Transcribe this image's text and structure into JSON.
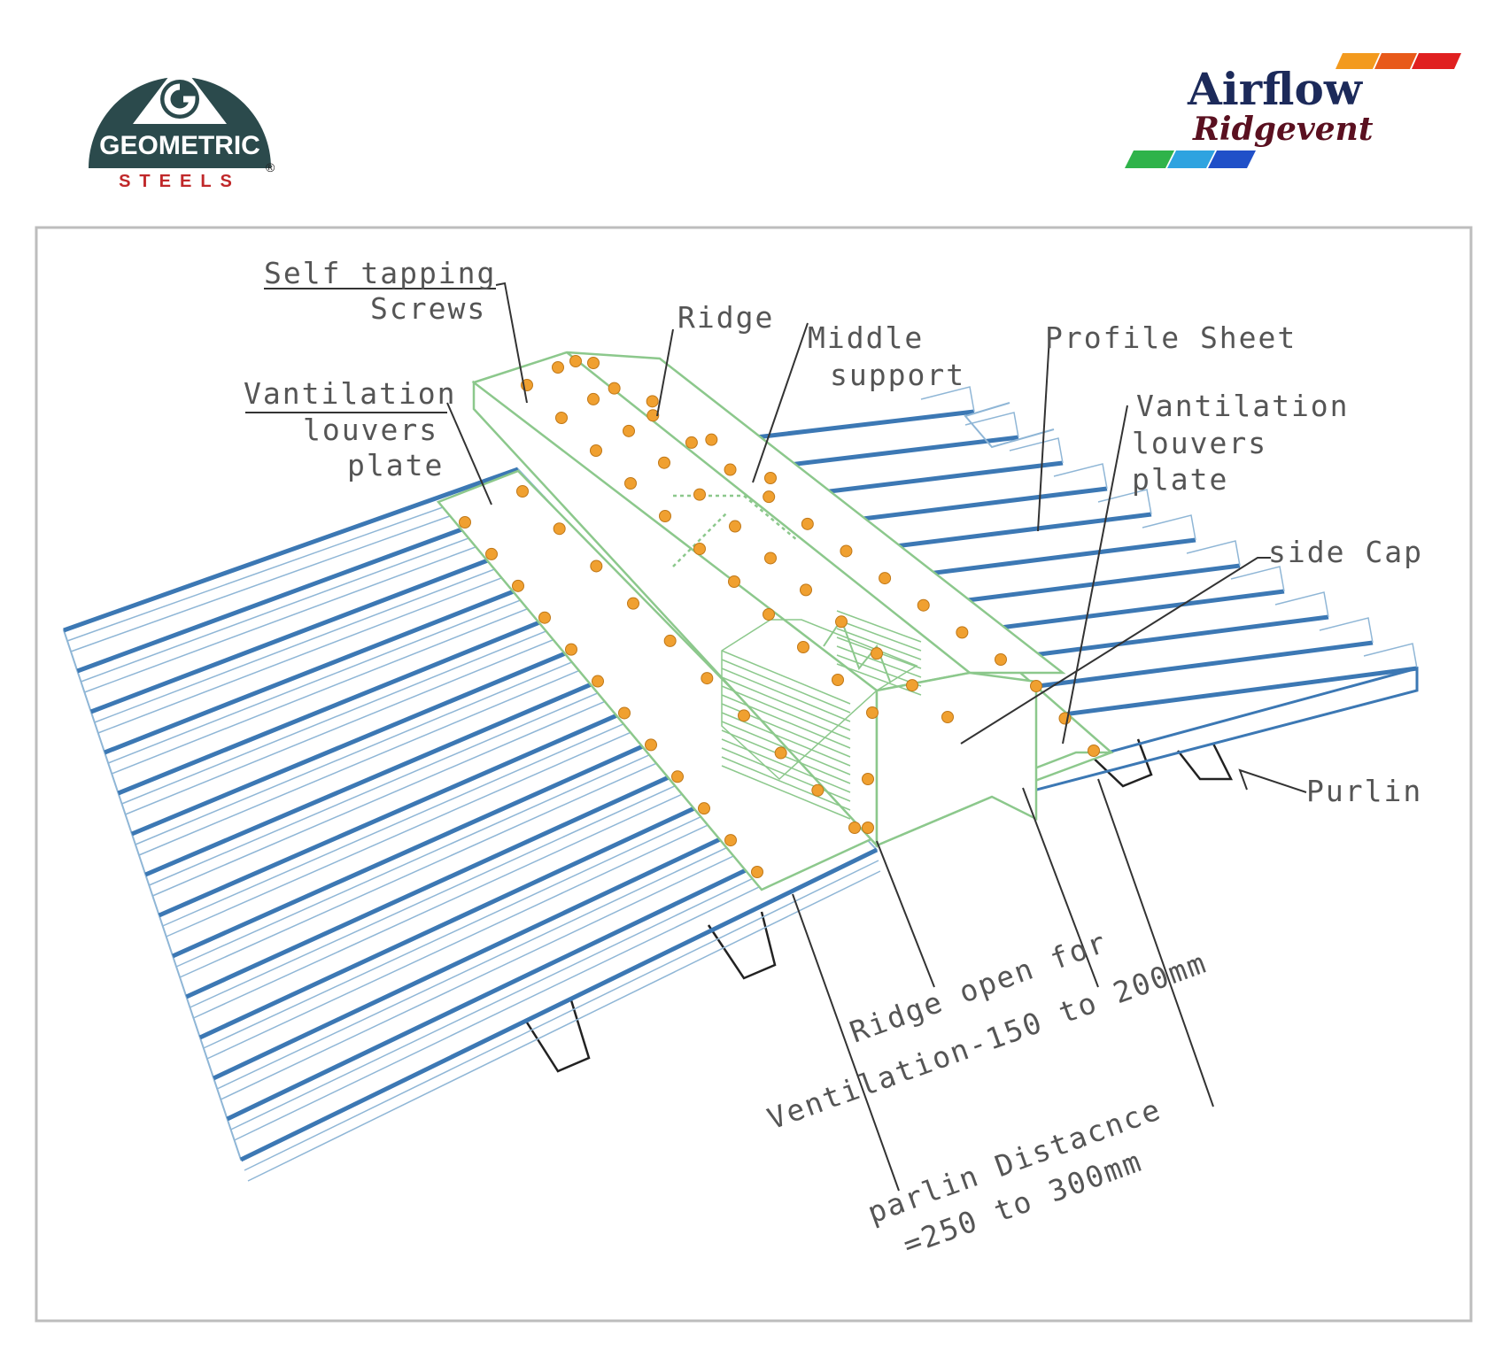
{
  "logos": {
    "left_brand": "GEOMETRIC",
    "left_sub": "STEELS",
    "left_mark": "®",
    "right_brand": "Airflow",
    "right_sub": "Ridgevent"
  },
  "labels": {
    "self_tapping_1": "Self tapping",
    "self_tapping_2": "Screws",
    "ridge": "Ridge",
    "middle_1": "Middle",
    "middle_2": "support",
    "profile_sheet": "Profile Sheet",
    "vent_left_1": "Vantilation",
    "vent_left_2": "louvers",
    "vent_left_3": "plate",
    "vent_right_1": "Vantilation",
    "vent_right_2": "louvers",
    "vent_right_3": "plate",
    "side_cap": "side Cap",
    "purlin": "Purlin",
    "ridge_open_1": "Ridge open for",
    "ridge_open_2": "Ventilation-150 to 200mm",
    "purlin_dist_1": "parlin Distacnce",
    "purlin_dist_2": "=250 to 300mm"
  },
  "colors": {
    "sheet_blue": "#3c78b4",
    "sheet_light": "#8fb6d6",
    "ridge_green": "#8cc88c",
    "screw_orange": "#f0a030",
    "logo_teal": "#2b4a4c",
    "logo_red": "#c0282a",
    "airflow_navy": "#1c2a5a",
    "ridgevent_maroon": "#5a1020"
  }
}
